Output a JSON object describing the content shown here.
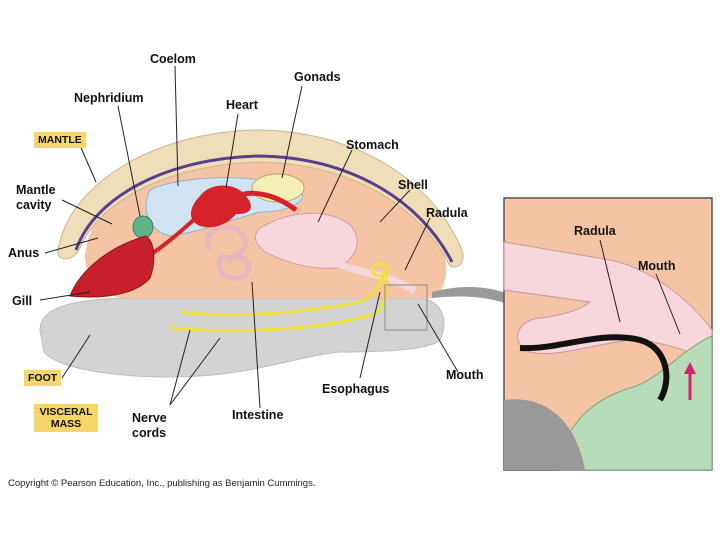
{
  "labels": {
    "coelom": "Coelom",
    "gonads": "Gonads",
    "nephridium": "Nephridium",
    "heart": "Heart",
    "stomach": "Stomach",
    "mantle_cavity_1": "Mantle",
    "mantle_cavity_2": "cavity",
    "shell": "Shell",
    "radula": "Radula",
    "anus": "Anus",
    "gill": "Gill",
    "esophagus": "Esophagus",
    "mouth": "Mouth",
    "nerve_cords_1": "Nerve",
    "nerve_cords_2": "cords",
    "intestine": "Intestine",
    "inset_radula": "Radula",
    "inset_mouth": "Mouth"
  },
  "boxed_labels": {
    "mantle": "MANTLE",
    "foot": "FOOT",
    "visceral_mass_1": "VISCERAL",
    "visceral_mass_2": "MASS"
  },
  "credit": "Copyright © Pearson Education, Inc., publishing as Benjamin Cummings.",
  "colors": {
    "visceral_body": "#f5c4a5",
    "foot": "#d3d3d3",
    "shell": "#f0deb8",
    "mantle_edge": "#5a3d8c",
    "coelom": "#cfe3f2",
    "gut": "#f7d6dc",
    "heart": "#d6232a",
    "gill": "#c8202a",
    "nerve": "#f0e23a",
    "odontophore": "#b9dcb8",
    "highlight_box": "#f6d66b",
    "arrow": "#999999"
  }
}
